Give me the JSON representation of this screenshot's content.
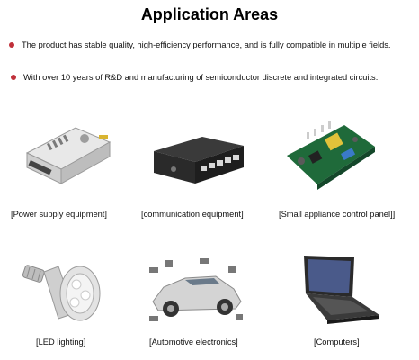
{
  "title": "Application Areas",
  "bullets": [
    "The product has stable quality, high-efficiency performance, and is fully compatible in multiple fields.",
    "With over 10 years of R&D and manufacturing of semiconductor discrete and integrated circuits."
  ],
  "bullet_color": "#c0303a",
  "areas": [
    {
      "label": "[Power supply equipment]",
      "icon": "power-supply-icon"
    },
    {
      "label": "[communication equipment]",
      "icon": "network-switch-icon"
    },
    {
      "label": "[Small appliance control panel]]",
      "icon": "circuit-board-icon"
    },
    {
      "label": "[LED lighting]",
      "icon": "led-bulb-icon"
    },
    {
      "label": "[Automotive electronics]",
      "icon": "car-icon"
    },
    {
      "label": "[Computers]",
      "icon": "laptop-icon"
    }
  ]
}
